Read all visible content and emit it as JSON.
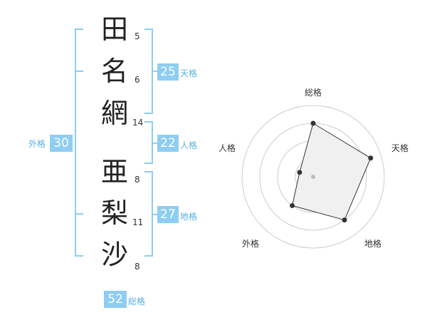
{
  "name": {
    "surname": [
      {
        "char": "田",
        "strokes": "5"
      },
      {
        "char": "名",
        "strokes": "6"
      },
      {
        "char": "網",
        "strokes": "14"
      }
    ],
    "given": [
      {
        "char": "亜",
        "strokes": "8"
      },
      {
        "char": "梨",
        "strokes": "11"
      },
      {
        "char": "沙",
        "strokes": "8"
      }
    ]
  },
  "kakusu": {
    "tenkaku": {
      "value": "25",
      "label": "天格"
    },
    "jinkaku": {
      "value": "22",
      "label": "人格"
    },
    "chikaku": {
      "value": "27",
      "label": "地格"
    },
    "gaikaku": {
      "value": "30",
      "label": "外格"
    },
    "soukaku": {
      "value": "52",
      "label": "総格"
    }
  },
  "radar": {
    "labels": {
      "top": "総格",
      "right": "天格",
      "bottom_right": "地格",
      "bottom_left": "外格",
      "left": "人格"
    },
    "scores": {
      "soukaku": 0.75,
      "tenkaku": 0.85,
      "chikaku": 0.75,
      "gaikaku": 0.5,
      "jinkaku": 0.2
    },
    "rings": 4,
    "colors": {
      "fill": "#f0f0f0",
      "stroke": "#333333",
      "ring": "#cccccc",
      "dot": "#333333"
    }
  },
  "colors": {
    "accent": "#8fcdf2"
  }
}
